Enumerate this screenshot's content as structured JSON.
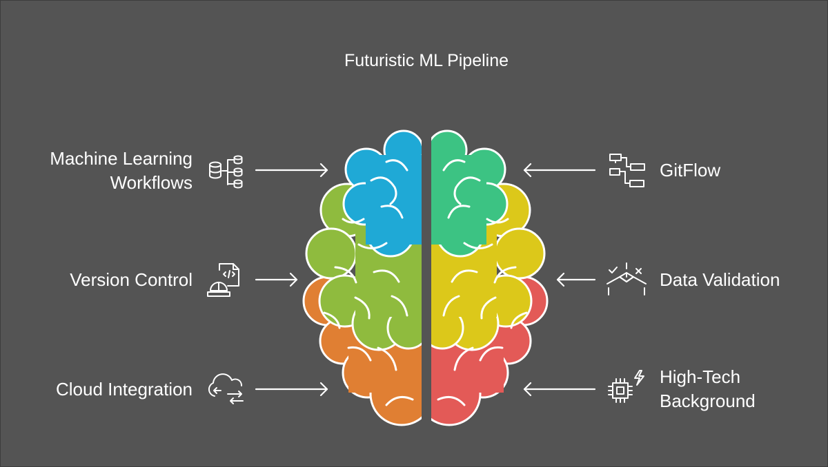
{
  "title": "Futuristic ML Pipeline",
  "colors": {
    "background": "#545454",
    "blue": "#1fa9d6",
    "green_left": "#8fbb3e",
    "orange": "#e07f33",
    "teal": "#3cc383",
    "yellow": "#dcc81a",
    "red": "#e35a57"
  },
  "left_items": [
    {
      "label_lines": [
        "Machine Learning",
        "Workflows"
      ],
      "icon": "database-tree-icon"
    },
    {
      "label_lines": [
        "Version Control"
      ],
      "icon": "code-worker-icon"
    },
    {
      "label_lines": [
        "Cloud Integration"
      ],
      "icon": "cloud-sync-icon"
    }
  ],
  "right_items": [
    {
      "label_lines": [
        "GitFlow"
      ],
      "icon": "flow-chart-icon"
    },
    {
      "label_lines": [
        "Data Validation"
      ],
      "icon": "check-cross-icon"
    },
    {
      "label_lines": [
        "High-Tech",
        "Background"
      ],
      "icon": "chip-bolt-icon"
    }
  ]
}
